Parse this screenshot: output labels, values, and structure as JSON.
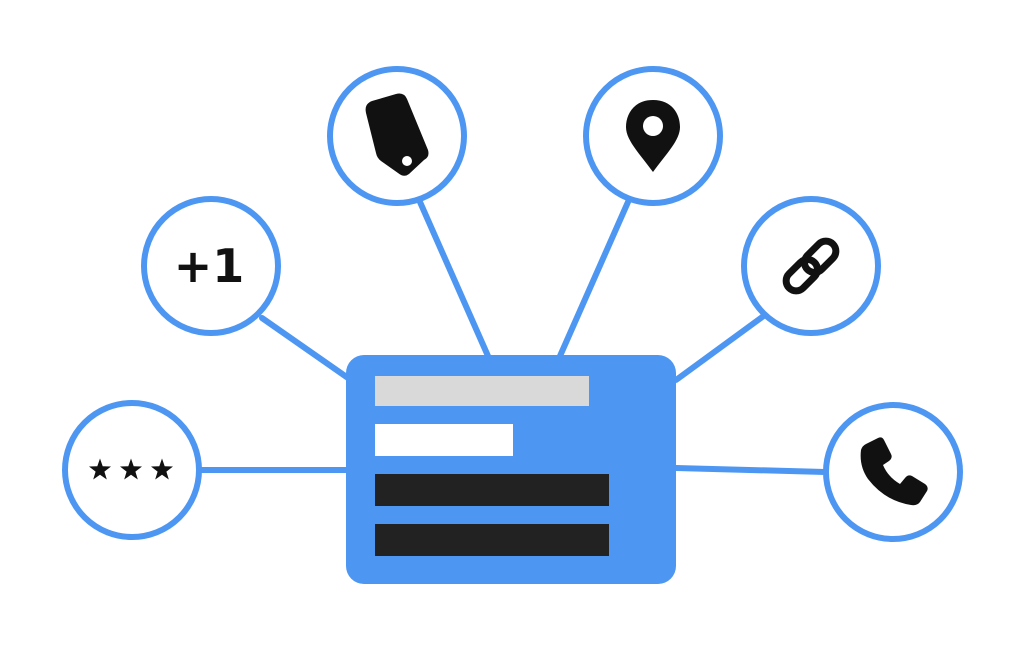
{
  "colors": {
    "accent": "#4d97f2",
    "card_fill": "#4d97f2",
    "node_fill": "#ffffff",
    "icon_color": "#111111",
    "bar_light_gray": "#d9d9d9",
    "bar_white": "#ffffff",
    "bar_dark": "#222222",
    "background": "#ffffff"
  },
  "hub": {
    "kind": "business-listing-card",
    "bars": [
      {
        "name": "card-title-bar",
        "color": "light-gray"
      },
      {
        "name": "card-subtitle-bar",
        "color": "white"
      },
      {
        "name": "card-text-bar-1",
        "color": "dark"
      },
      {
        "name": "card-text-bar-2",
        "color": "dark"
      }
    ]
  },
  "nodes": [
    {
      "name": "rating-node",
      "icon": "stars-icon",
      "label": ""
    },
    {
      "name": "plus-one-node",
      "icon": "plus-one-icon",
      "label": "+1"
    },
    {
      "name": "tag-node",
      "icon": "price-tag-icon",
      "label": ""
    },
    {
      "name": "location-node",
      "icon": "map-pin-icon",
      "label": ""
    },
    {
      "name": "link-node",
      "icon": "chain-link-icon",
      "label": ""
    },
    {
      "name": "phone-node",
      "icon": "phone-icon",
      "label": ""
    }
  ]
}
